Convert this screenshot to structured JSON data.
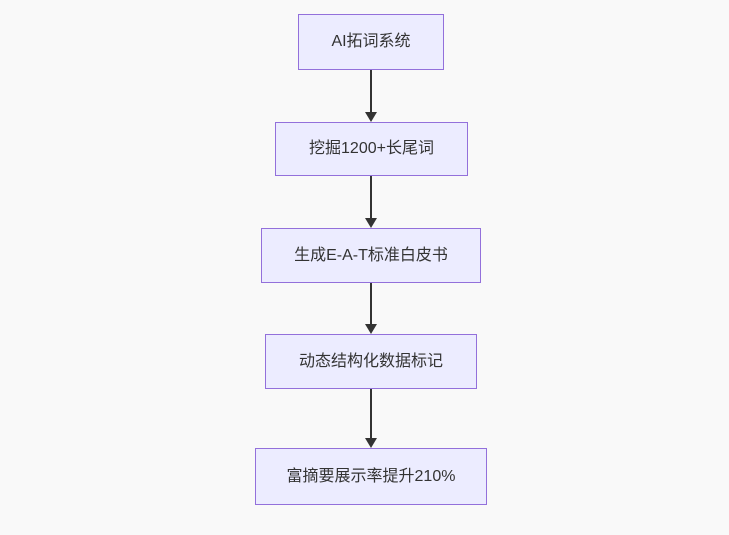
{
  "diagram": {
    "type": "flowchart",
    "direction": "top-down",
    "colors": {
      "background": "#f9f9f9",
      "node_fill": "#ECECFF",
      "node_border": "#9370DB",
      "arrow": "#333333",
      "text": "#333333"
    },
    "nodes": [
      {
        "label": "AI拓词系统"
      },
      {
        "label": "挖掘1200+长尾词"
      },
      {
        "label": "生成E-A-T标准白皮书"
      },
      {
        "label": "动态结构化数据标记"
      },
      {
        "label": "富摘要展示率提升210%"
      }
    ],
    "edges": [
      {
        "from": 0,
        "to": 1
      },
      {
        "from": 1,
        "to": 2
      },
      {
        "from": 2,
        "to": 3
      },
      {
        "from": 3,
        "to": 4
      }
    ]
  }
}
